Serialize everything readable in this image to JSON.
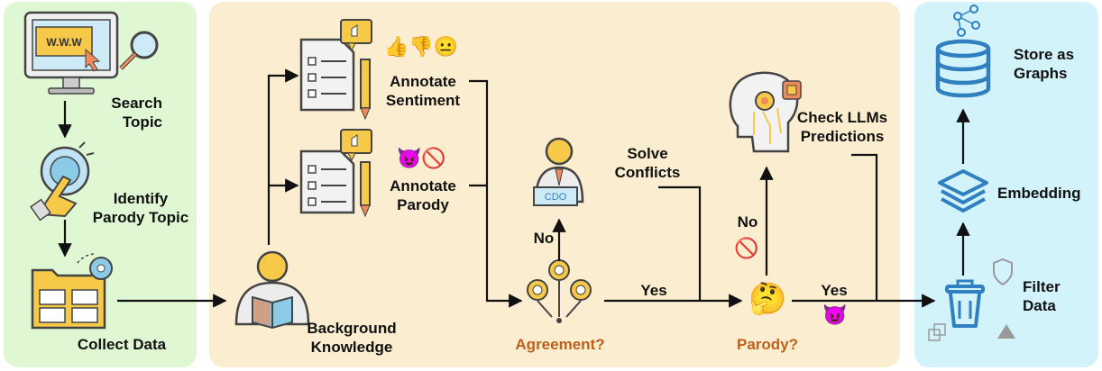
{
  "panels": [
    {
      "name": "collection",
      "color": "#dff7d2"
    },
    {
      "name": "annotation",
      "color": "#fbeed0"
    },
    {
      "name": "storage",
      "color": "#d3f3fb"
    }
  ],
  "nodes": {
    "search": {
      "label1": "Search",
      "label2": "Topic",
      "screen_text": "W.W.W"
    },
    "identify": {
      "label1": "Identify",
      "label2": "Parody Topic"
    },
    "collect": {
      "label": "Collect Data"
    },
    "background": {
      "label1": "Background",
      "label2": "Knowledge"
    },
    "sentiment": {
      "label1": "Annotate",
      "label2": "Sentiment",
      "emoji": "👍👎😐"
    },
    "parody": {
      "label1": "Annotate",
      "label2": "Parody",
      "emoji": "😈🚫"
    },
    "conflicts": {
      "label1": "Solve",
      "label2": "Conflicts",
      "desk_text": "CDO"
    },
    "agreement": {
      "label": "Agreement?"
    },
    "llm": {
      "label1": "Check LLMs",
      "label2": "Predictions"
    },
    "parody_q": {
      "label": "Parody?",
      "emoji": "🤔"
    },
    "filter": {
      "label1": "Filter",
      "label2": "Data"
    },
    "embedding": {
      "label": "Embedding"
    },
    "store": {
      "label1": "Store as",
      "label2": "Graphs"
    }
  },
  "edges": {
    "no_agreement": "No",
    "yes_agreement": "Yes",
    "no_parody": "No",
    "no_parody_emoji": "🚫",
    "yes_parody": "Yes",
    "yes_parody_emoji": "😈"
  },
  "colors": {
    "accent": "#2f7fc1",
    "question": "#c0601a",
    "icon_yellow": "#f7c948",
    "icon_outline": "#444444"
  }
}
